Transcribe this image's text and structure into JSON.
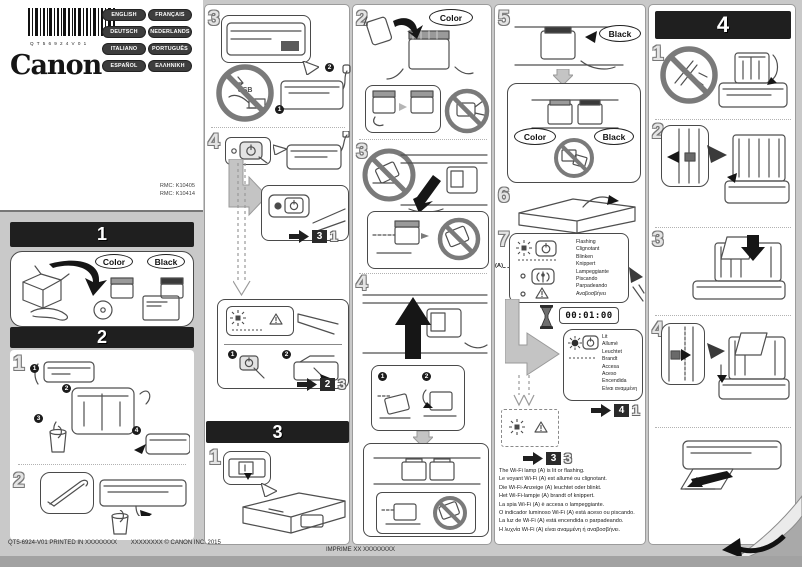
{
  "masthead": {
    "barcode_text": "QT56924V01",
    "brand": "Canon",
    "languages": [
      "ENGLISH",
      "FRANÇAIS",
      "DEUTSCH",
      "NEDERLANDS",
      "ITALIANO",
      "PORTUGUÊS",
      "ESPAÑOL",
      "ΕΛΛΗΝΙΚΗ"
    ],
    "rmc_codes": [
      "RMC: K10405",
      "RMC: K10414"
    ]
  },
  "nums": {
    "n1": "1",
    "n2": "2",
    "n3": "3",
    "n4": "4",
    "n5": "5",
    "n6": "6",
    "n7": "7"
  },
  "substeps": {
    "s1": "1",
    "s2": "2",
    "s3": "3",
    "s4": "4"
  },
  "labels": {
    "color": "Color",
    "black": "Black",
    "usb": "USB",
    "a": "(A)",
    "timer": "00:01:00"
  },
  "jumps": {
    "j31": {
      "sec": "3",
      "step": "1"
    },
    "j23": {
      "sec": "2",
      "step": "3"
    },
    "j41": {
      "sec": "4",
      "step": "1"
    },
    "j33": {
      "sec": "3",
      "step": "3"
    }
  },
  "lamp": {
    "flashing_words": [
      "Flashing",
      "Clignotant",
      "Blinken",
      "Knippert",
      "Lampeggiante",
      "Piscando",
      "Parpadeando",
      "Αναβοσβήνει"
    ],
    "lit_words": [
      "Lit",
      "Allumé",
      "Leuchtet",
      "Brandt",
      "Accesa",
      "Aceso",
      "Encendida",
      "Είναι αναμμένη"
    ]
  },
  "wifi_note": [
    "The Wi-Fi lamp (A) is lit or flashing.",
    "Le voyant Wi-Fi (A) est allumé ou clignotant.",
    "Die Wi-Fi-Anzeige (A) leuchtet oder blinkt.",
    "Het Wi-Fi-lampje (A) brandt of knippert.",
    "La spia Wi-Fi (A) è accesa o lampeggiante.",
    "O indicador luminoso Wi-Fi (A) está aceso ou piscando.",
    "La luz de Wi-Fi (A) está encendida o parpadeando.",
    "Η λυχνία Wi-Fi (A) είναι αναμμένη ή αναβοσβήνει."
  ],
  "footer": {
    "left": "QT5-6924-V01 PRINTED IN XXXXXXXX",
    "copyright": "XXXXXXXX © CANON INC. 2015",
    "imprime": "IMPRIME XX XXXXXXXX"
  }
}
